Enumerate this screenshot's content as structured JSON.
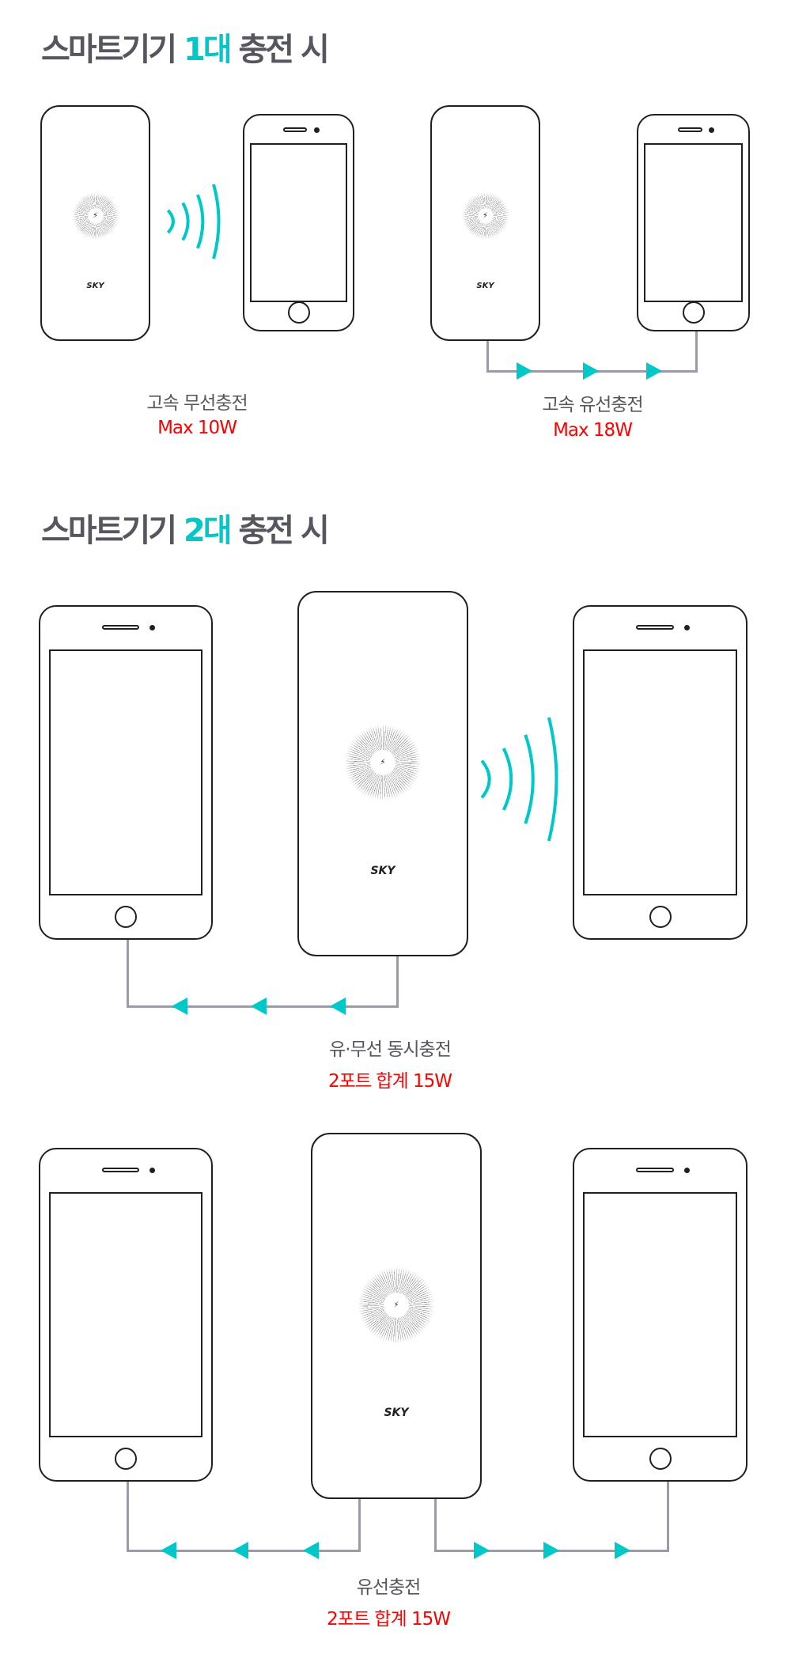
{
  "section1": {
    "title_pre": "스마트기기 ",
    "title_hl": "1대",
    "title_post": " 충전 시"
  },
  "section2": {
    "title_pre": "스마트기기 ",
    "title_hl": "2대",
    "title_post": " 충전 시"
  },
  "brand": "SKY",
  "bolt_icon": "⚡",
  "diagrams": [
    {
      "label": "고속 무선충전",
      "sub": "Max 10W"
    },
    {
      "label": "고속 유선충전",
      "sub": "Max 18W"
    },
    {
      "label": "유·무선 동시충전",
      "sub": "2포트 합계 15W"
    },
    {
      "label": "유선충전",
      "sub": "2포트 합계 15W"
    }
  ],
  "colors": {
    "accent": "#00c8c8",
    "highlight": "#ff0000",
    "text": "#55565e",
    "cable": "#9b9aa6"
  }
}
